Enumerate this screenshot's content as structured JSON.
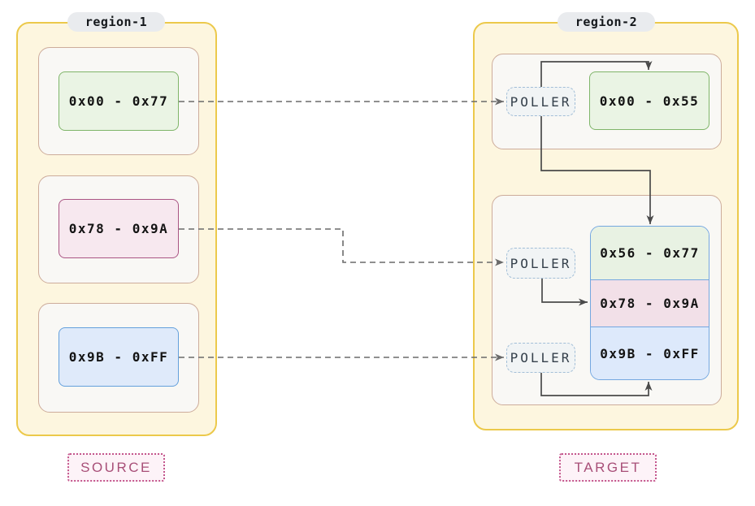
{
  "diagram": {
    "source": {
      "region_label": "region-1",
      "role_badge": "SOURCE",
      "blocks": [
        {
          "range": "0x00 - 0x77",
          "scheme": "green"
        },
        {
          "range": "0x78 - 0x9A",
          "scheme": "pink"
        },
        {
          "range": "0x9B - 0xFF",
          "scheme": "blue"
        }
      ]
    },
    "target": {
      "region_label": "region-2",
      "role_badge": "TARGET",
      "pollers": [
        "POLLER",
        "POLLER",
        "POLLER"
      ],
      "top_block": {
        "range": "0x00 - 0x55",
        "scheme": "green"
      },
      "stacked_blocks": [
        {
          "range": "0x56 - 0x77",
          "scheme": "green"
        },
        {
          "range": "0x78 - 0x9A",
          "scheme": "pink"
        },
        {
          "range": "0x9B - 0xFF",
          "scheme": "blue"
        }
      ]
    },
    "connections": [
      {
        "id": "src1-to-poller1",
        "from": "source 0x00 - 0x77",
        "to": "poller-1",
        "style": "dashed"
      },
      {
        "id": "src2-to-poller2",
        "from": "source 0x78 - 0x9A",
        "to": "poller-2",
        "style": "dashed"
      },
      {
        "id": "src3-to-poller3",
        "from": "source 0x9B - 0xFF",
        "to": "poller-3",
        "style": "dashed"
      },
      {
        "id": "poller1-to-top-block",
        "from": "poller-1",
        "to": "target 0x00 - 0x55",
        "style": "solid"
      },
      {
        "id": "poller1-to-stack-top",
        "from": "poller-1",
        "to": "target 0x56 - 0x77",
        "style": "solid"
      },
      {
        "id": "poller2-to-stack-mid",
        "from": "poller-2",
        "to": "target 0x78 - 0x9A",
        "style": "solid"
      },
      {
        "id": "poller3-to-stack-bottom",
        "from": "poller-3",
        "to": "target 0x9B - 0xFF",
        "style": "solid"
      }
    ],
    "colors": {
      "region_fill": "#fdf6df",
      "region_border": "#ecc94b",
      "group_fill": "#f9f8f5",
      "group_border": "#cdac9b",
      "green_fill": "#eaf4e4",
      "green_border": "#7fb569",
      "pink_fill": "#f7e8ef",
      "pink_border": "#aa5584",
      "blue_fill": "#dfeafa",
      "blue_border": "#64a0dc",
      "stacked_border": "#74a7e0",
      "poller_fill": "#f1f4f5",
      "poller_border": "#a2bed7",
      "poller_text": "#35404b",
      "role_badge_fill": "#fdf3f8",
      "role_badge_border": "#c4578d",
      "role_badge_text": "#a84f78",
      "region_label_fill": "#e9ebee",
      "dashed_line": "#6a6a6a",
      "solid_line": "#4a4a4a"
    }
  }
}
